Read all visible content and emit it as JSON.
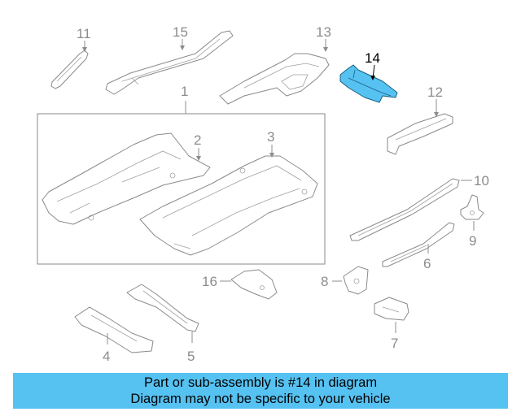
{
  "callouts": [
    "1",
    "2",
    "3",
    "4",
    "5",
    "6",
    "7",
    "8",
    "9",
    "10",
    "11",
    "12",
    "13",
    "14",
    "15",
    "16"
  ],
  "highlight_part": "14",
  "colors": {
    "highlight": "#56c2f2",
    "banner": "#56c2f2",
    "line": "#8a8a8a"
  },
  "banner": {
    "line1": "Part or sub-assembly is #14 in diagram",
    "line2": "Diagram may not be specific to your vehicle"
  }
}
